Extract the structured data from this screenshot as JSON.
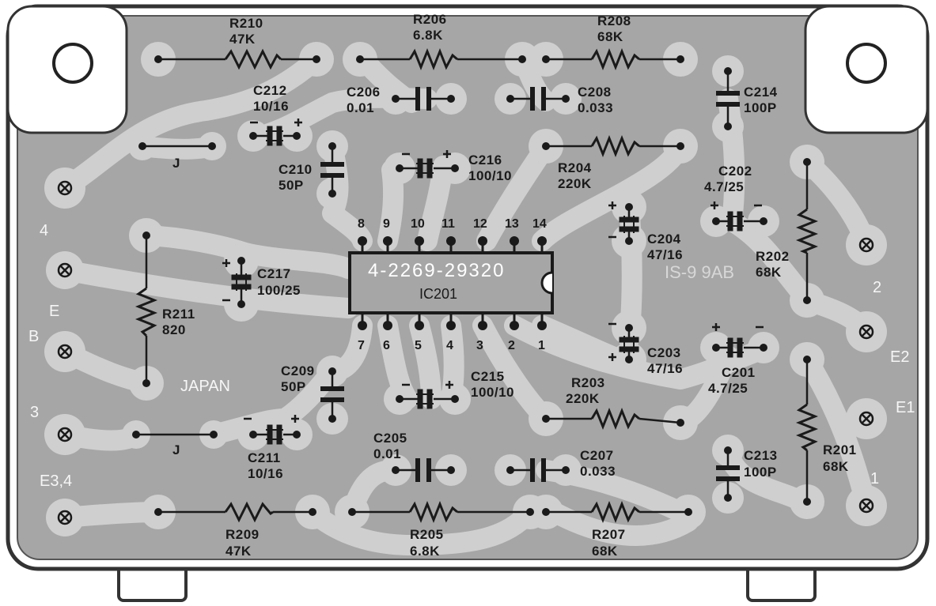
{
  "components": {
    "R210": {
      "ref": "R210",
      "value": "47K"
    },
    "R206": {
      "ref": "R206",
      "value": "6.8K"
    },
    "R208": {
      "ref": "R208",
      "value": "68K"
    },
    "C206": {
      "ref": "C206",
      "value": "0.01"
    },
    "C208": {
      "ref": "C208",
      "value": "0.033"
    },
    "C214": {
      "ref": "C214",
      "value": "100P"
    },
    "C212": {
      "ref": "C212",
      "value": "10/16"
    },
    "C210": {
      "ref": "C210",
      "value": "50P"
    },
    "C216": {
      "ref": "C216",
      "value": "100/10"
    },
    "R204": {
      "ref": "R204",
      "value": "220K"
    },
    "C202": {
      "ref": "C202",
      "value": "4.7/25"
    },
    "C204": {
      "ref": "C204",
      "value": "47/16"
    },
    "R202": {
      "ref": "R202",
      "value": "68K"
    },
    "C217": {
      "ref": "C217",
      "value": "100/25"
    },
    "R211": {
      "ref": "R211",
      "value": "820"
    },
    "C203": {
      "ref": "C203",
      "value": "47/16"
    },
    "C201": {
      "ref": "C201",
      "value": "4.7/25"
    },
    "C209": {
      "ref": "C209",
      "value": "50P"
    },
    "C215": {
      "ref": "C215",
      "value": "100/10"
    },
    "R203": {
      "ref": "R203",
      "value": "220K"
    },
    "C211": {
      "ref": "C211",
      "value": "10/16"
    },
    "C205": {
      "ref": "C205",
      "value": "0.01"
    },
    "C207": {
      "ref": "C207",
      "value": "0.033"
    },
    "C213": {
      "ref": "C213",
      "value": "100P"
    },
    "R201": {
      "ref": "R201",
      "value": "68K"
    },
    "R209": {
      "ref": "R209",
      "value": "47K"
    },
    "R205": {
      "ref": "R205",
      "value": "6.8K"
    },
    "R207": {
      "ref": "R207",
      "value": "68K"
    }
  },
  "ic": {
    "ref": "IC201",
    "part_number": "4-2269-29320",
    "pins_top": [
      "8",
      "9",
      "10",
      "11",
      "12",
      "13",
      "14"
    ],
    "pins_bottom": [
      "7",
      "6",
      "5",
      "4",
      "3",
      "2",
      "1"
    ]
  },
  "jumpers": {
    "top": "J",
    "bottom": "J"
  },
  "terminals": {
    "t4": "4",
    "E": "E",
    "B": "B",
    "t3": "3",
    "E34": "E3,4",
    "t2": "2",
    "E2": "E2",
    "E1": "E1",
    "t1": "1"
  },
  "silkscreen": {
    "japan": "JAPAN",
    "mirror": "IS-9 9AB"
  },
  "colors": {
    "board": "#a6a6a6",
    "copper": "#cfcfcf",
    "ink": "#1a1a1a",
    "white": "#ffffff"
  }
}
